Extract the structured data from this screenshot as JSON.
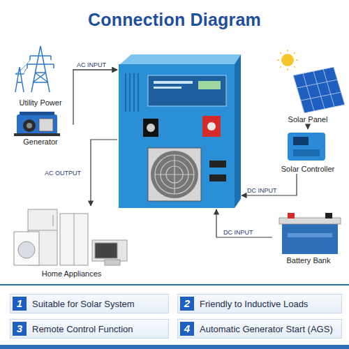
{
  "diagram": {
    "title": "Connection Diagram",
    "nodes": [
      {
        "text": [
          "Utility Power"
        ]
      },
      {
        "text": [
          "Generator"
        ]
      },
      {
        "text": []
      },
      {
        "text": [
          "Solar Panel"
        ]
      },
      {
        "text": [
          "Solar Controller"
        ]
      },
      {
        "text": [
          "Home Appliances"
        ]
      },
      {
        "text": [
          "Battery Bank"
        ]
      },
      {
        "text": [
          "1",
          "Suitable for Solar System"
        ]
      },
      {
        "text": [
          "2",
          "Friendly to Inductive Loads"
        ]
      },
      {
        "text": [
          "3",
          "Remote Control Function"
        ]
      },
      {
        "text": [
          "4",
          "Automatic Generator Start (AGS)"
        ]
      }
    ],
    "edges": [
      {
        "from": 0,
        "to": 2,
        "label": "AC INPUT",
        "arrow": "to"
      },
      {
        "from": 1,
        "to": 2,
        "arrow": "to"
      },
      {
        "from": 2,
        "to": 5,
        "label": "AC OUTPUT",
        "arrow": "to"
      },
      {
        "from": 3,
        "to": 4,
        "arrow": "to"
      },
      {
        "from": 4,
        "to": 2,
        "label": "DC INPUT",
        "arrow": "to"
      },
      {
        "from": 6,
        "to": 2,
        "label": "DC INPUT",
        "arrow": "to"
      }
    ]
  }
}
